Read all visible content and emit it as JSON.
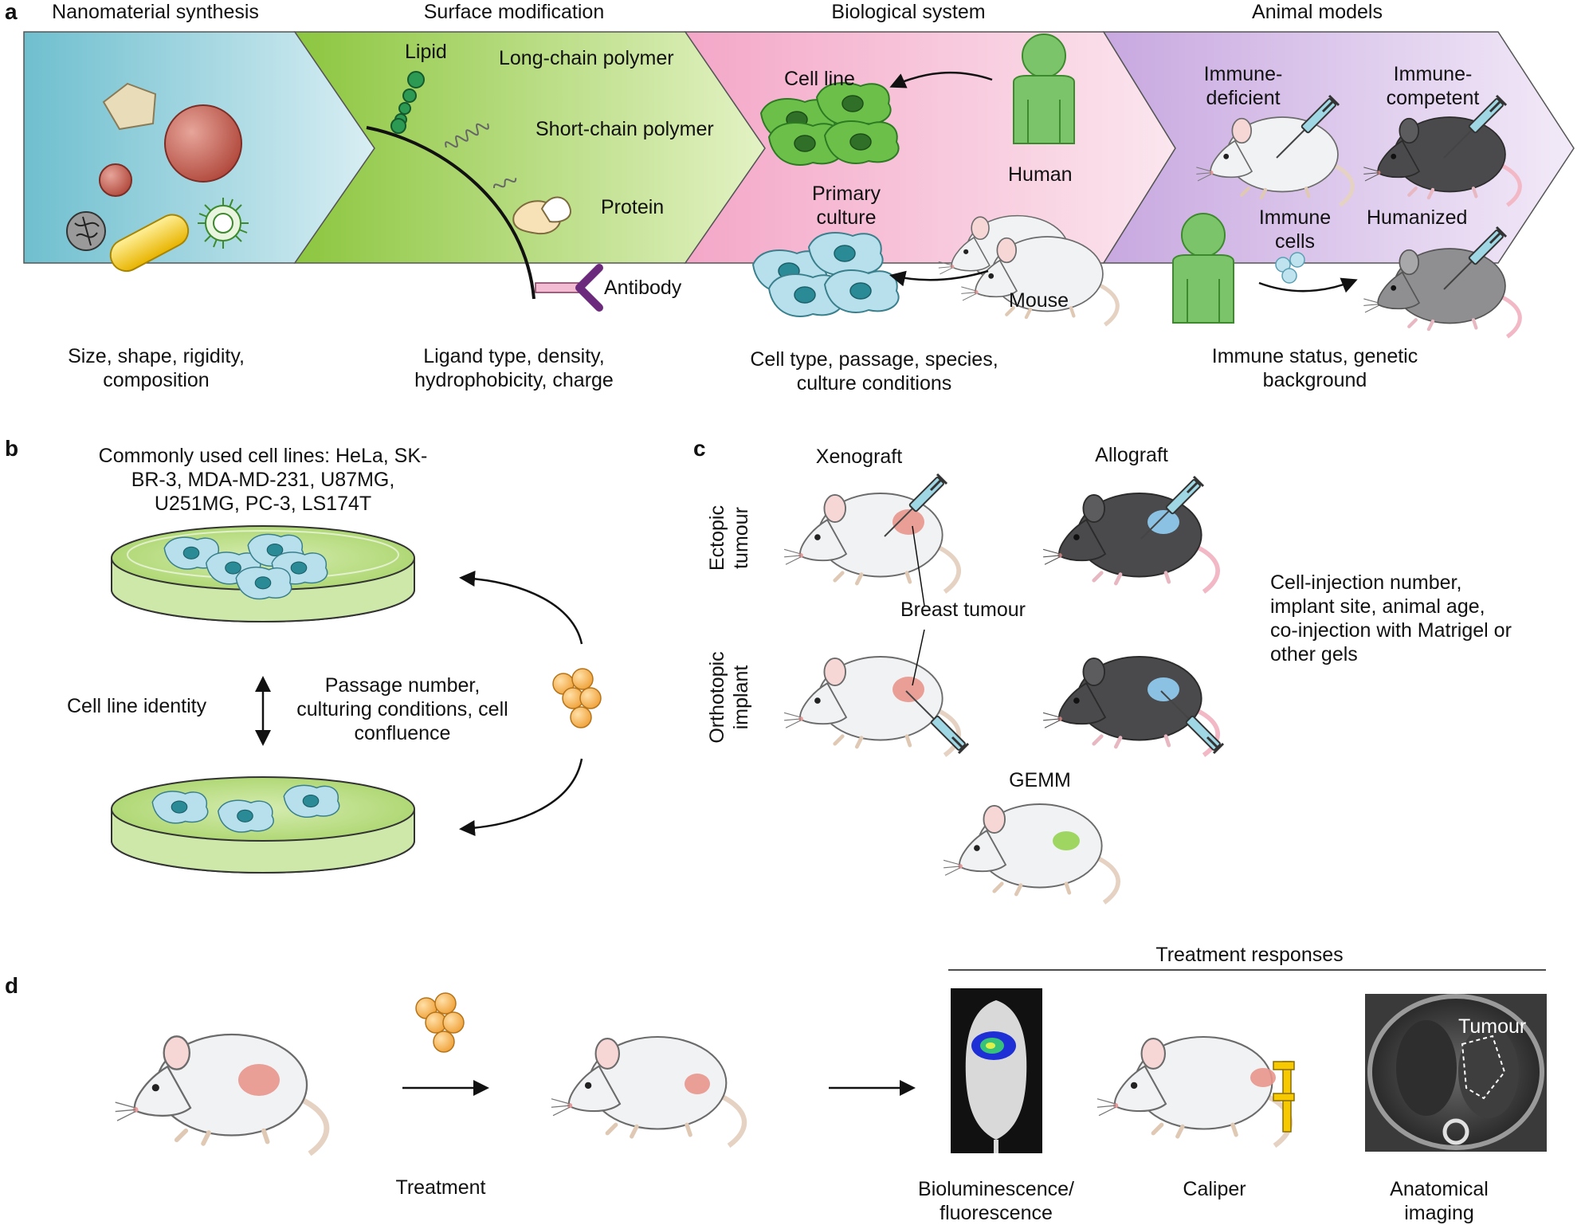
{
  "panel_a": {
    "letter": "a",
    "stages": [
      {
        "title": "Nanomaterial  synthesis",
        "caption": "Size, shape, rigidity, composition"
      },
      {
        "title": "Surface modification",
        "caption": "Ligand type, density, hydrophobicity, charge"
      },
      {
        "title": "Biological system",
        "caption": "Cell type, passage, species, culture conditions"
      },
      {
        "title": "Animal models",
        "caption": "Immune status, genetic background"
      }
    ],
    "surface_labels": {
      "lipid": "Lipid",
      "long_chain": "Long-chain polymer",
      "short_chain": "Short-chain polymer",
      "protein": "Protein",
      "antibody": "Antibody"
    },
    "bio_labels": {
      "cell_line": "Cell line",
      "primary_culture": "Primary culture",
      "human": "Human",
      "mouse": "Mouse"
    },
    "animal_labels": {
      "immune_deficient": "Immune-deficient",
      "immune_competent": "Immune-competent",
      "immune_cells": "Immune cells",
      "humanized": "Humanized"
    }
  },
  "panel_b": {
    "letter": "b",
    "cell_lines_text": "Commonly used cell lines: HeLa, SK-BR-3, MDA-MD-231, U87MG, U251MG, PC-3, LS174T",
    "identity_label": "Cell line identity",
    "passage_text": "Passage number, culturing conditions, cell confluence"
  },
  "panel_c": {
    "letter": "c",
    "col_xenograft": "Xenograft",
    "col_allograft": "Allograft",
    "row_ectopic": "Ectopic tumour",
    "row_orthotopic": "Orthotopic implant",
    "breast_tumour": "Breast tumour",
    "gemm": "GEMM",
    "side_note": "Cell-injection number, implant site, animal age, co-injection with Matrigel or other gels"
  },
  "panel_d": {
    "letter": "d",
    "header": "Treatment responses",
    "treatment": "Treatment",
    "biolum": "Bioluminescence/ fluorescence",
    "caliper": "Caliper",
    "anatomical": "Anatomical imaging",
    "tumour": "Tumour"
  },
  "colors": {
    "stage1": "#6fbfcf",
    "stage2": "#8cc63f",
    "stage3": "#f4a7c8",
    "stage4": "#c8a8e0",
    "cell_green": "#5cb85c",
    "cell_blue": "#a6d8e6",
    "nucleus": "#2a8a96",
    "human_green": "#6cbf5a",
    "tumour_pink": "#e8958c",
    "tumour_blue": "#8ec8ec",
    "gemm_green": "#9ad45a",
    "nanoparticle_orange": "#f5b04a"
  }
}
